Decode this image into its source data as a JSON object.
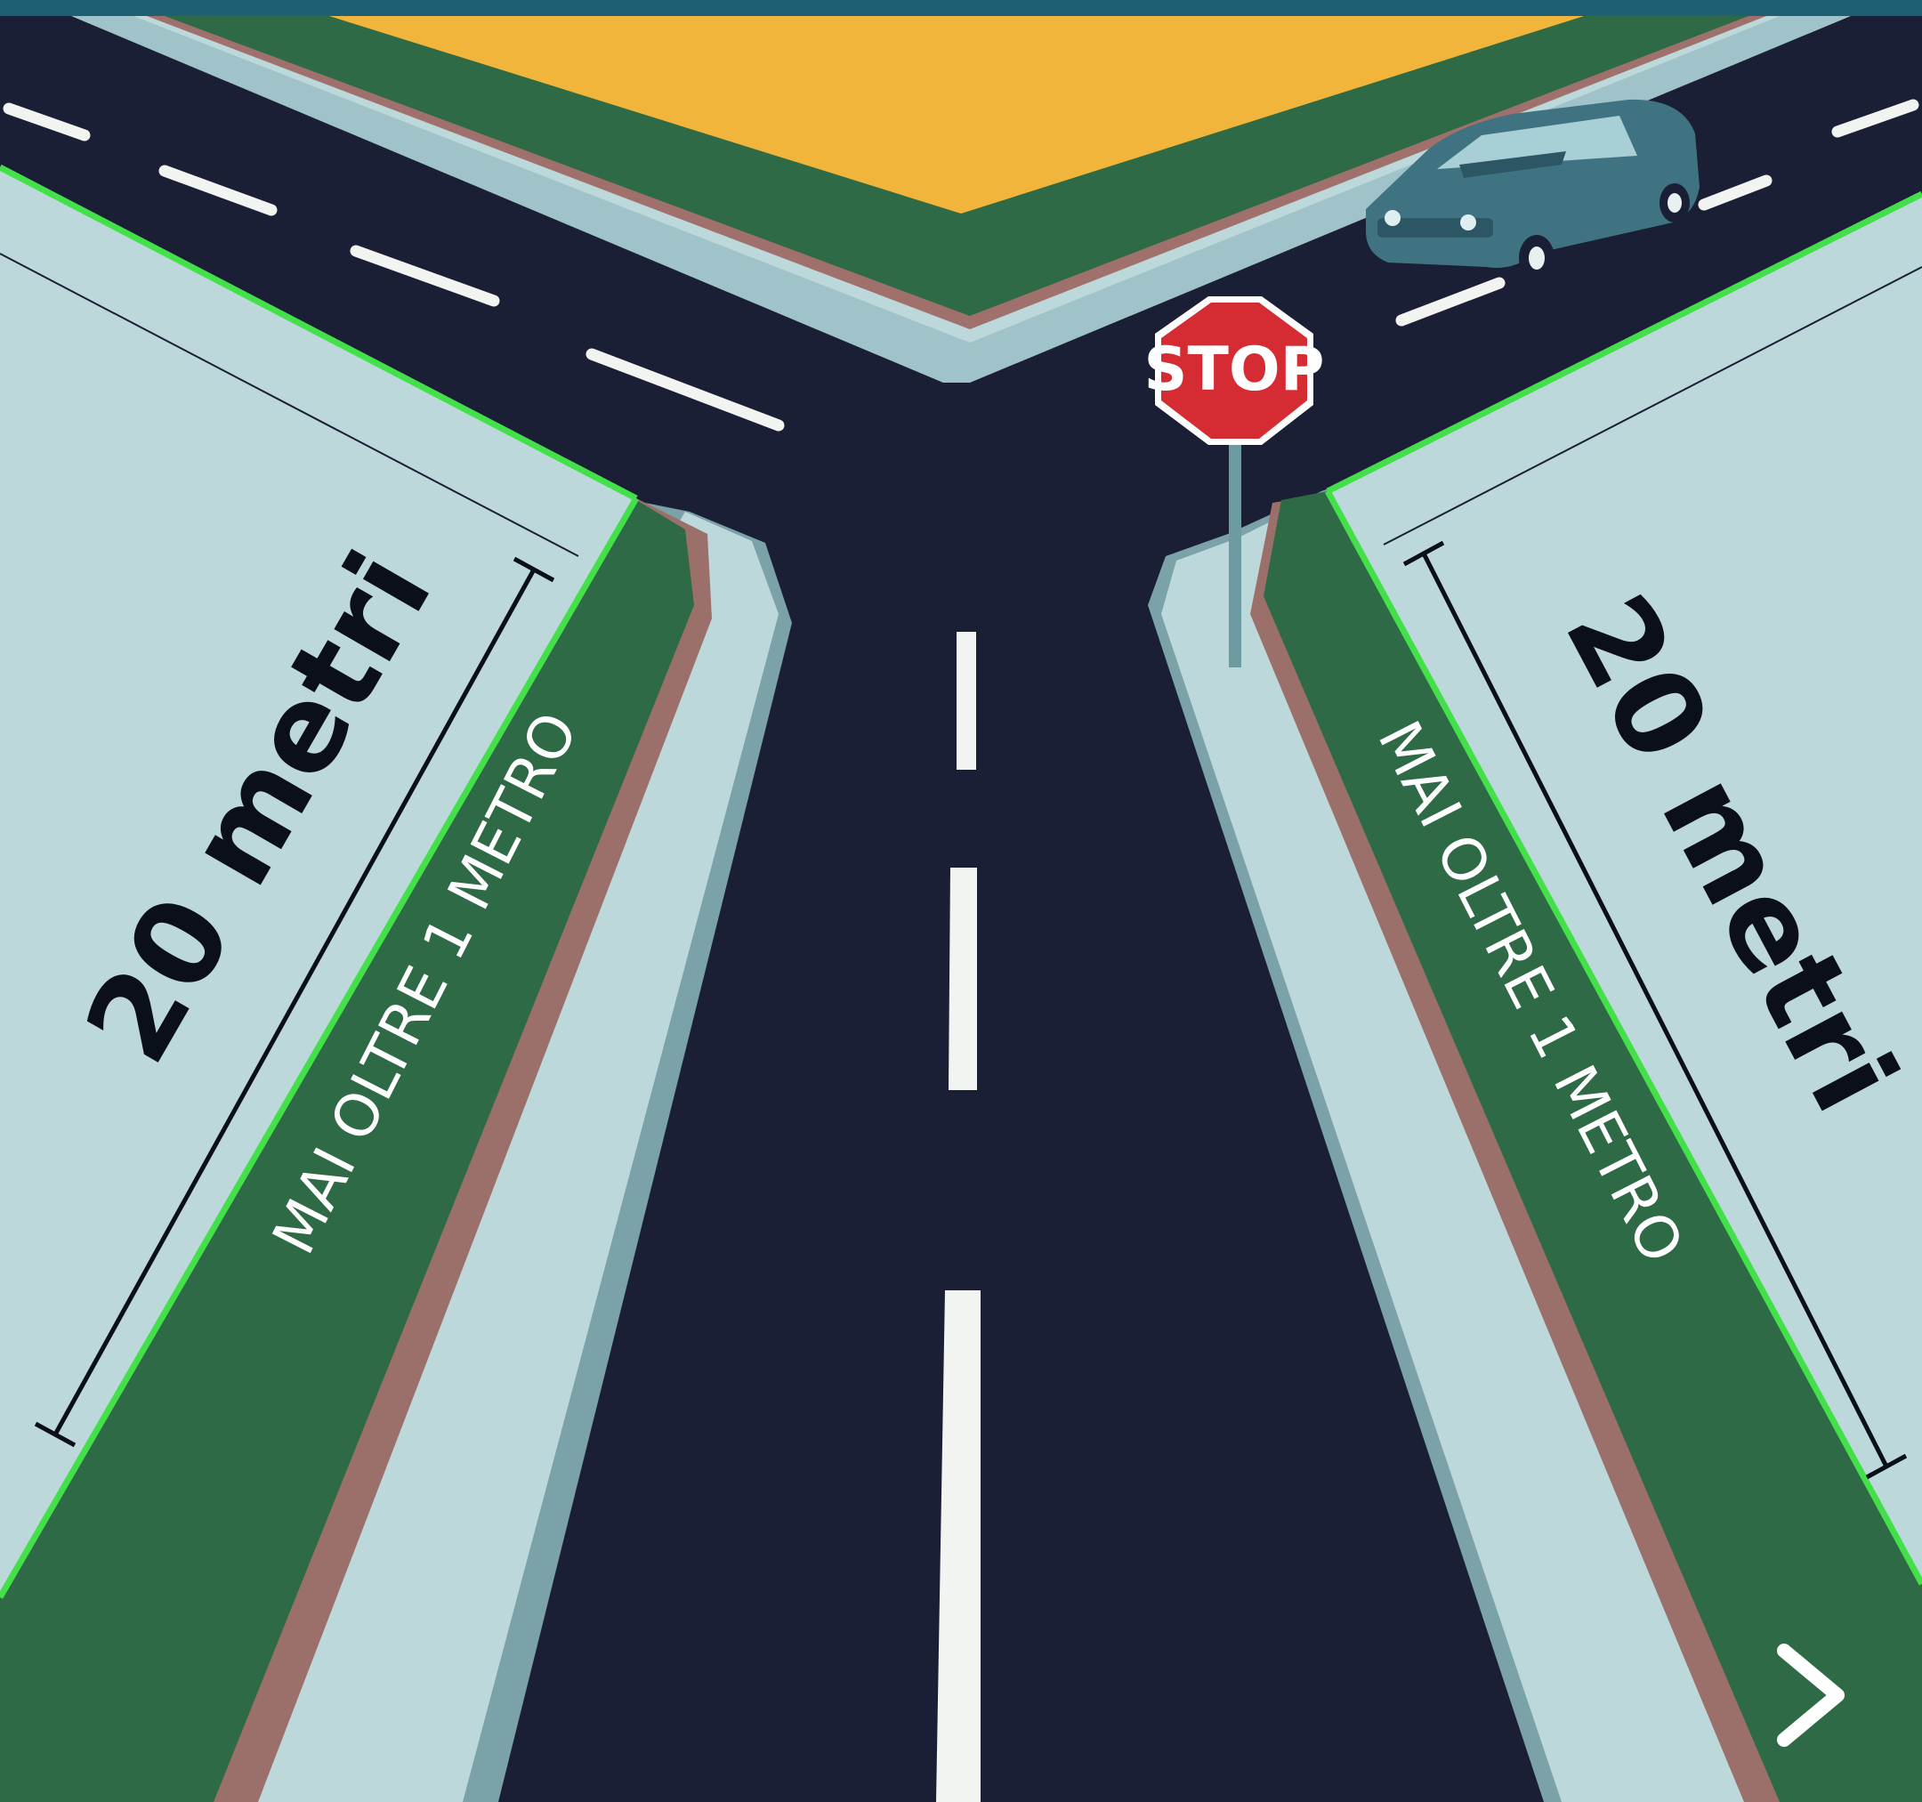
{
  "diagram": {
    "stop_sign": {
      "label": "STOP"
    },
    "left_measure": {
      "label": "20 metri"
    },
    "right_measure": {
      "label": "20 metri"
    },
    "left_hedge_label": "MAI OLTRE 1 METRO",
    "right_hedge_label": "MAI OLTRE 1 METRO"
  },
  "navigation": {
    "next_icon": "chevron-right-icon"
  },
  "colors": {
    "asphalt": "#1a1f35",
    "sidewalk": "#bcd8da",
    "hedge": "#2e6a45",
    "field": "#f0b53a",
    "highlight": "#44e04a",
    "stop_red": "#d42c32",
    "car": "#3f7382",
    "top_bar": "#1e5f73"
  }
}
